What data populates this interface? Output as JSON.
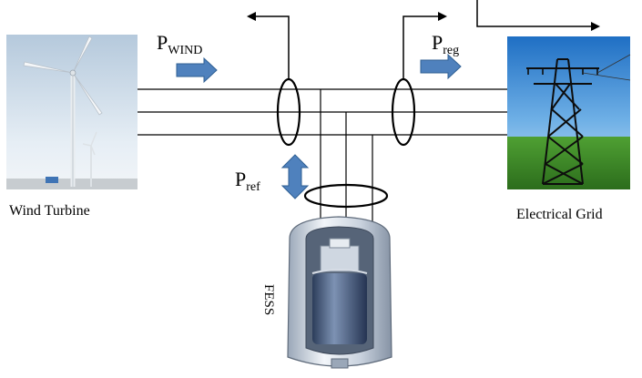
{
  "labels": {
    "p_wind": "P",
    "p_wind_sub": "WIND",
    "p_reg": "P",
    "p_reg_sub": "reg",
    "p_ref": "P",
    "p_ref_sub": "ref",
    "wind_turbine": "Wind Turbine",
    "electrical_grid": "Electrical Grid",
    "fess": "FESS"
  },
  "colors": {
    "flow_arrow": "#4f81bd",
    "flow_arrow_stroke": "#2f5f93",
    "line": "#000000",
    "sky": "#2a7fd1",
    "grass": "#3d8c28"
  }
}
